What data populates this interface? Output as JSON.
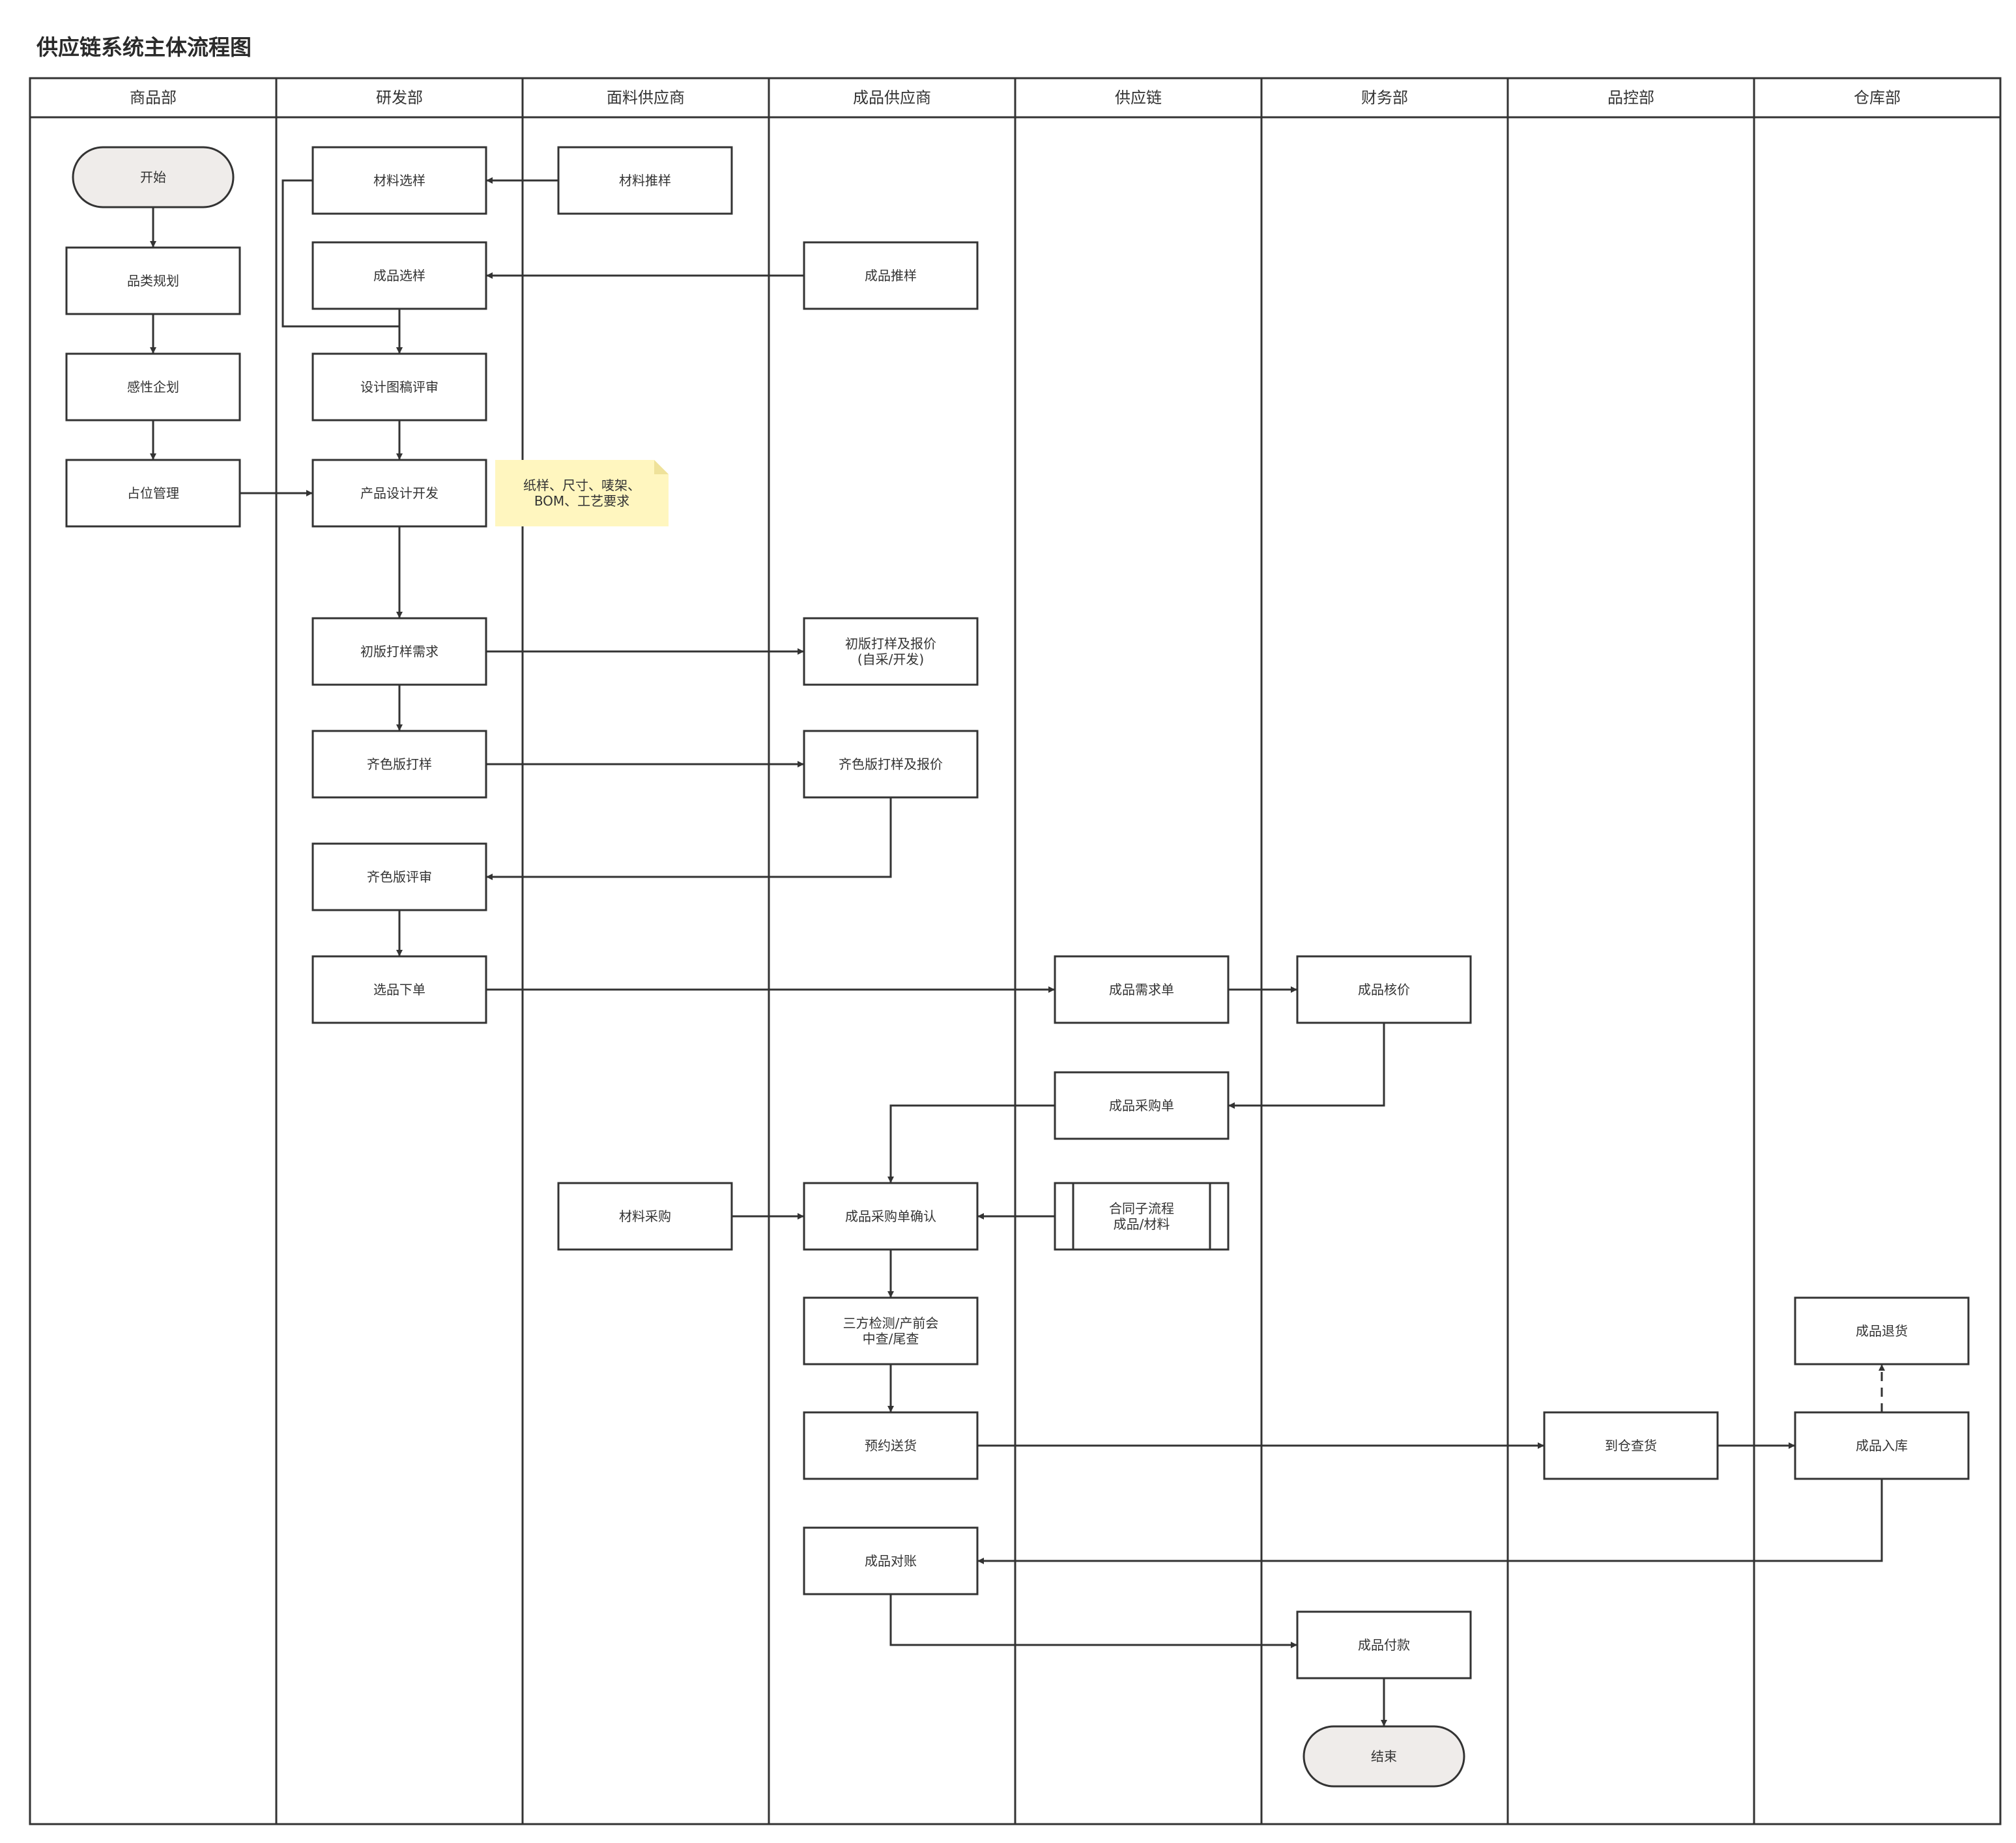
{
  "title": "供应链系统主体流程图",
  "colors": {
    "line": "#333333",
    "terminal_fill": "#efecea",
    "box_fill": "#ffffff",
    "note_fill": "#fff6bf",
    "note_fold": "#efe29a"
  },
  "lanes": [
    "商品部",
    "研发部",
    "面料供应商",
    "成品供应商",
    "供应链",
    "财务部",
    "品控部",
    "仓库部"
  ],
  "nodes": {
    "start": {
      "type": "terminal",
      "lines": [
        "开始"
      ]
    },
    "category_planning": {
      "type": "process",
      "lines": [
        "品类规划"
      ]
    },
    "perceptual_planning": {
      "type": "process",
      "lines": [
        "感性企划"
      ]
    },
    "slot_management": {
      "type": "process",
      "lines": [
        "占位管理"
      ]
    },
    "material_selection": {
      "type": "process",
      "lines": [
        "材料选样"
      ]
    },
    "product_selection": {
      "type": "process",
      "lines": [
        "成品选样"
      ]
    },
    "design_review": {
      "type": "process",
      "lines": [
        "设计图稿评审"
      ]
    },
    "product_design": {
      "type": "process",
      "lines": [
        "产品设计开发"
      ]
    },
    "first_sample_request": {
      "type": "process",
      "lines": [
        "初版打样需求"
      ]
    },
    "color_sample": {
      "type": "process",
      "lines": [
        "齐色版打样"
      ]
    },
    "color_review": {
      "type": "process",
      "lines": [
        "齐色版评审"
      ]
    },
    "select_order": {
      "type": "process",
      "lines": [
        "选品下单"
      ]
    },
    "material_recommend": {
      "type": "process",
      "lines": [
        "材料推样"
      ]
    },
    "material_purchase": {
      "type": "process",
      "lines": [
        "材料采购"
      ]
    },
    "product_recommend": {
      "type": "process",
      "lines": [
        "成品推样"
      ]
    },
    "first_sample_quote": {
      "type": "process",
      "lines": [
        "初版打样及报价",
        "(自采/开发)"
      ]
    },
    "color_sample_quote": {
      "type": "process",
      "lines": [
        "齐色版打样及报价"
      ]
    },
    "po_confirm": {
      "type": "process",
      "lines": [
        "成品采购单确认"
      ]
    },
    "inspection": {
      "type": "process",
      "lines": [
        "三方检测/产前会",
        "中查/尾查"
      ]
    },
    "delivery_booking": {
      "type": "process",
      "lines": [
        "预约送货"
      ]
    },
    "reconciliation": {
      "type": "process",
      "lines": [
        "成品对账"
      ]
    },
    "demand_order": {
      "type": "process",
      "lines": [
        "成品需求单"
      ]
    },
    "purchase_order": {
      "type": "process",
      "lines": [
        "成品采购单"
      ]
    },
    "contract_subprocess": {
      "type": "subprocess",
      "lines": [
        "合同子流程",
        "成品/材料"
      ]
    },
    "costing": {
      "type": "process",
      "lines": [
        "成品核价"
      ]
    },
    "payment": {
      "type": "process",
      "lines": [
        "成品付款"
      ]
    },
    "end": {
      "type": "terminal",
      "lines": [
        "结束"
      ]
    },
    "warehouse_check": {
      "type": "process",
      "lines": [
        "到仓查货"
      ]
    },
    "goods_return": {
      "type": "process",
      "lines": [
        "成品退货"
      ]
    },
    "warehousing": {
      "type": "process",
      "lines": [
        "成品入库"
      ]
    }
  },
  "note": {
    "lines": [
      "纸样、尺寸、唛架、",
      "BOM、工艺要求"
    ]
  },
  "edges": [
    {
      "from": "start",
      "to": "category_planning",
      "style": "solid",
      "arrow": "end"
    },
    {
      "from": "category_planning",
      "to": "perceptual_planning",
      "style": "solid",
      "arrow": "end"
    },
    {
      "from": "perceptual_planning",
      "to": "slot_management",
      "style": "solid",
      "arrow": "end"
    },
    {
      "from": "slot_management",
      "to": "product_design",
      "style": "solid",
      "arrow": "end"
    },
    {
      "from": "material_recommend",
      "to": "material_selection",
      "style": "solid",
      "arrow": "end"
    },
    {
      "from": "product_recommend",
      "to": "product_selection",
      "style": "solid",
      "arrow": "end"
    },
    {
      "from": "material_selection",
      "to": "design_review",
      "style": "solid",
      "arrow": "end"
    },
    {
      "from": "product_selection",
      "to": "design_review",
      "style": "solid",
      "arrow": "end"
    },
    {
      "from": "design_review",
      "to": "product_design",
      "style": "solid",
      "arrow": "end"
    },
    {
      "from": "product_design",
      "to": "first_sample_request",
      "style": "solid",
      "arrow": "end"
    },
    {
      "from": "first_sample_request",
      "to": "first_sample_quote",
      "style": "solid",
      "arrow": "end"
    },
    {
      "from": "first_sample_request",
      "to": "color_sample",
      "style": "solid",
      "arrow": "end"
    },
    {
      "from": "color_sample",
      "to": "color_sample_quote",
      "style": "solid",
      "arrow": "end"
    },
    {
      "from": "color_sample_quote",
      "to": "color_review",
      "style": "solid",
      "arrow": "end"
    },
    {
      "from": "color_review",
      "to": "select_order",
      "style": "solid",
      "arrow": "end"
    },
    {
      "from": "select_order",
      "to": "demand_order",
      "style": "solid",
      "arrow": "end"
    },
    {
      "from": "demand_order",
      "to": "costing",
      "style": "solid",
      "arrow": "end"
    },
    {
      "from": "costing",
      "to": "purchase_order",
      "style": "solid",
      "arrow": "end"
    },
    {
      "from": "purchase_order",
      "to": "po_confirm",
      "style": "solid",
      "arrow": "end"
    },
    {
      "from": "contract_subprocess",
      "to": "po_confirm",
      "style": "solid",
      "arrow": "end"
    },
    {
      "from": "material_purchase",
      "to": "po_confirm",
      "style": "solid",
      "arrow": "both"
    },
    {
      "from": "po_confirm",
      "to": "inspection",
      "style": "solid",
      "arrow": "end"
    },
    {
      "from": "inspection",
      "to": "delivery_booking",
      "style": "solid",
      "arrow": "end"
    },
    {
      "from": "delivery_booking",
      "to": "warehouse_check",
      "style": "solid",
      "arrow": "end"
    },
    {
      "from": "warehouse_check",
      "to": "warehousing",
      "style": "solid",
      "arrow": "end"
    },
    {
      "from": "warehousing",
      "to": "goods_return",
      "style": "dashed",
      "arrow": "end"
    },
    {
      "from": "warehousing",
      "to": "reconciliation",
      "style": "solid",
      "arrow": "end"
    },
    {
      "from": "reconciliation",
      "to": "payment",
      "style": "solid",
      "arrow": "end"
    },
    {
      "from": "payment",
      "to": "end",
      "style": "solid",
      "arrow": "end"
    }
  ]
}
